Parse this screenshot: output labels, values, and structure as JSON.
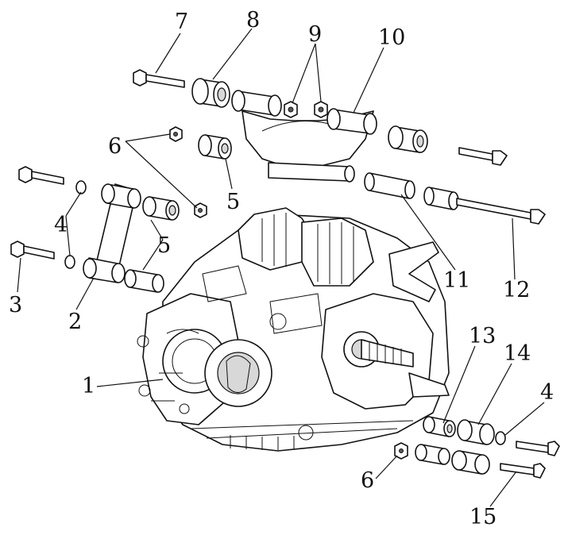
{
  "figure": {
    "callouts": [
      {
        "id": "c1",
        "text": "1"
      },
      {
        "id": "c2",
        "text": "2"
      },
      {
        "id": "c3",
        "text": "3"
      },
      {
        "id": "c4a",
        "text": "4"
      },
      {
        "id": "c4b",
        "text": "4"
      },
      {
        "id": "c5a",
        "text": "5"
      },
      {
        "id": "c5b",
        "text": "5"
      },
      {
        "id": "c6a",
        "text": "6"
      },
      {
        "id": "c6b",
        "text": "6"
      },
      {
        "id": "c7",
        "text": "7"
      },
      {
        "id": "c8",
        "text": "8"
      },
      {
        "id": "c9",
        "text": "9"
      },
      {
        "id": "c10",
        "text": "10"
      },
      {
        "id": "c11",
        "text": "11"
      },
      {
        "id": "c12",
        "text": "12"
      },
      {
        "id": "c13",
        "text": "13"
      },
      {
        "id": "c14",
        "text": "14"
      },
      {
        "id": "c15",
        "text": "15"
      }
    ],
    "colors": {
      "line": "#111111",
      "background": "#ffffff",
      "shade": "#d8d8d8"
    }
  }
}
